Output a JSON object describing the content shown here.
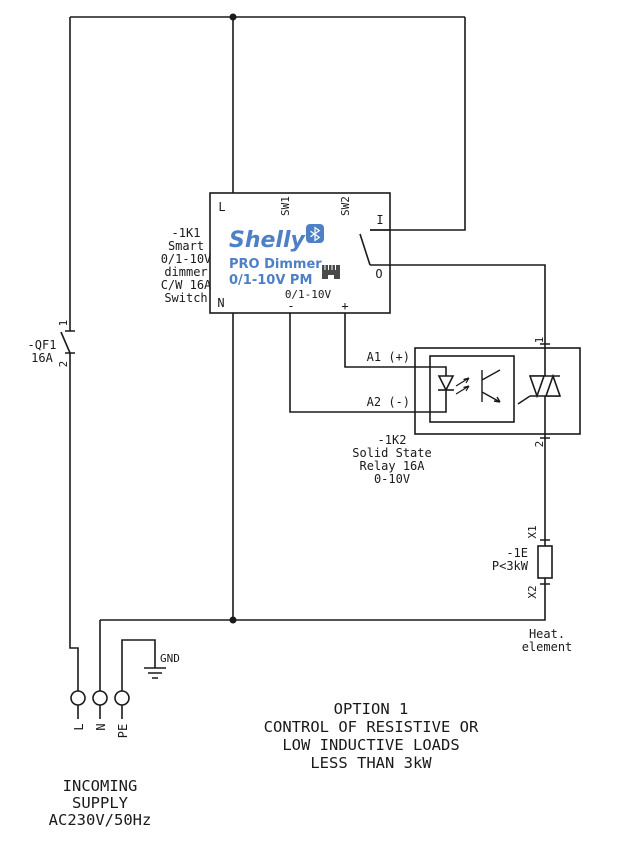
{
  "colors": {
    "wire": "#1a1a1a",
    "brand_blue": "#4d80c4"
  },
  "shelly": {
    "terminal_l": "L",
    "terminal_n": "N",
    "sw1": "SW1",
    "sw2": "SW2",
    "terminal_i": "I",
    "terminal_o": "O",
    "logo": "Shelly",
    "product": "PRO Dimmer",
    "model": "0/1-10V PM",
    "dim_output": "0/1-10V",
    "minus": "-",
    "plus": "+"
  },
  "device_note": {
    "line1": "-1K1",
    "line2": "Smart",
    "line3": "0/1-10V",
    "line4": "dimmer",
    "line5": "C/W 16A",
    "line6": "Switch"
  },
  "breaker": {
    "ref": "-QF1",
    "rating": "16A",
    "t1": "1",
    "t2": "2"
  },
  "ssr": {
    "a1": "A1 (+)",
    "a2": "A2 (-)",
    "t1": "1",
    "t2": "2",
    "ref": "-1K2",
    "line2": "Solid State",
    "line3": "Relay 16A",
    "line4": "0-10V"
  },
  "heater": {
    "x1": "X1",
    "x2": "X2",
    "ref": "-1E",
    "power": "P<3kW",
    "cap1": "Heat.",
    "cap2": "element"
  },
  "supply": {
    "gnd": "GND",
    "l": "L",
    "n": "N",
    "pe": "PE",
    "line1": "INCOMING",
    "line2": "SUPPLY",
    "line3": "AC230V/50Hz"
  },
  "note": {
    "line1": "OPTION 1",
    "line2": "CONTROL OF RESISTIVE OR",
    "line3": "LOW INDUCTIVE LOADS",
    "line4": "LESS THAN 3kW"
  }
}
